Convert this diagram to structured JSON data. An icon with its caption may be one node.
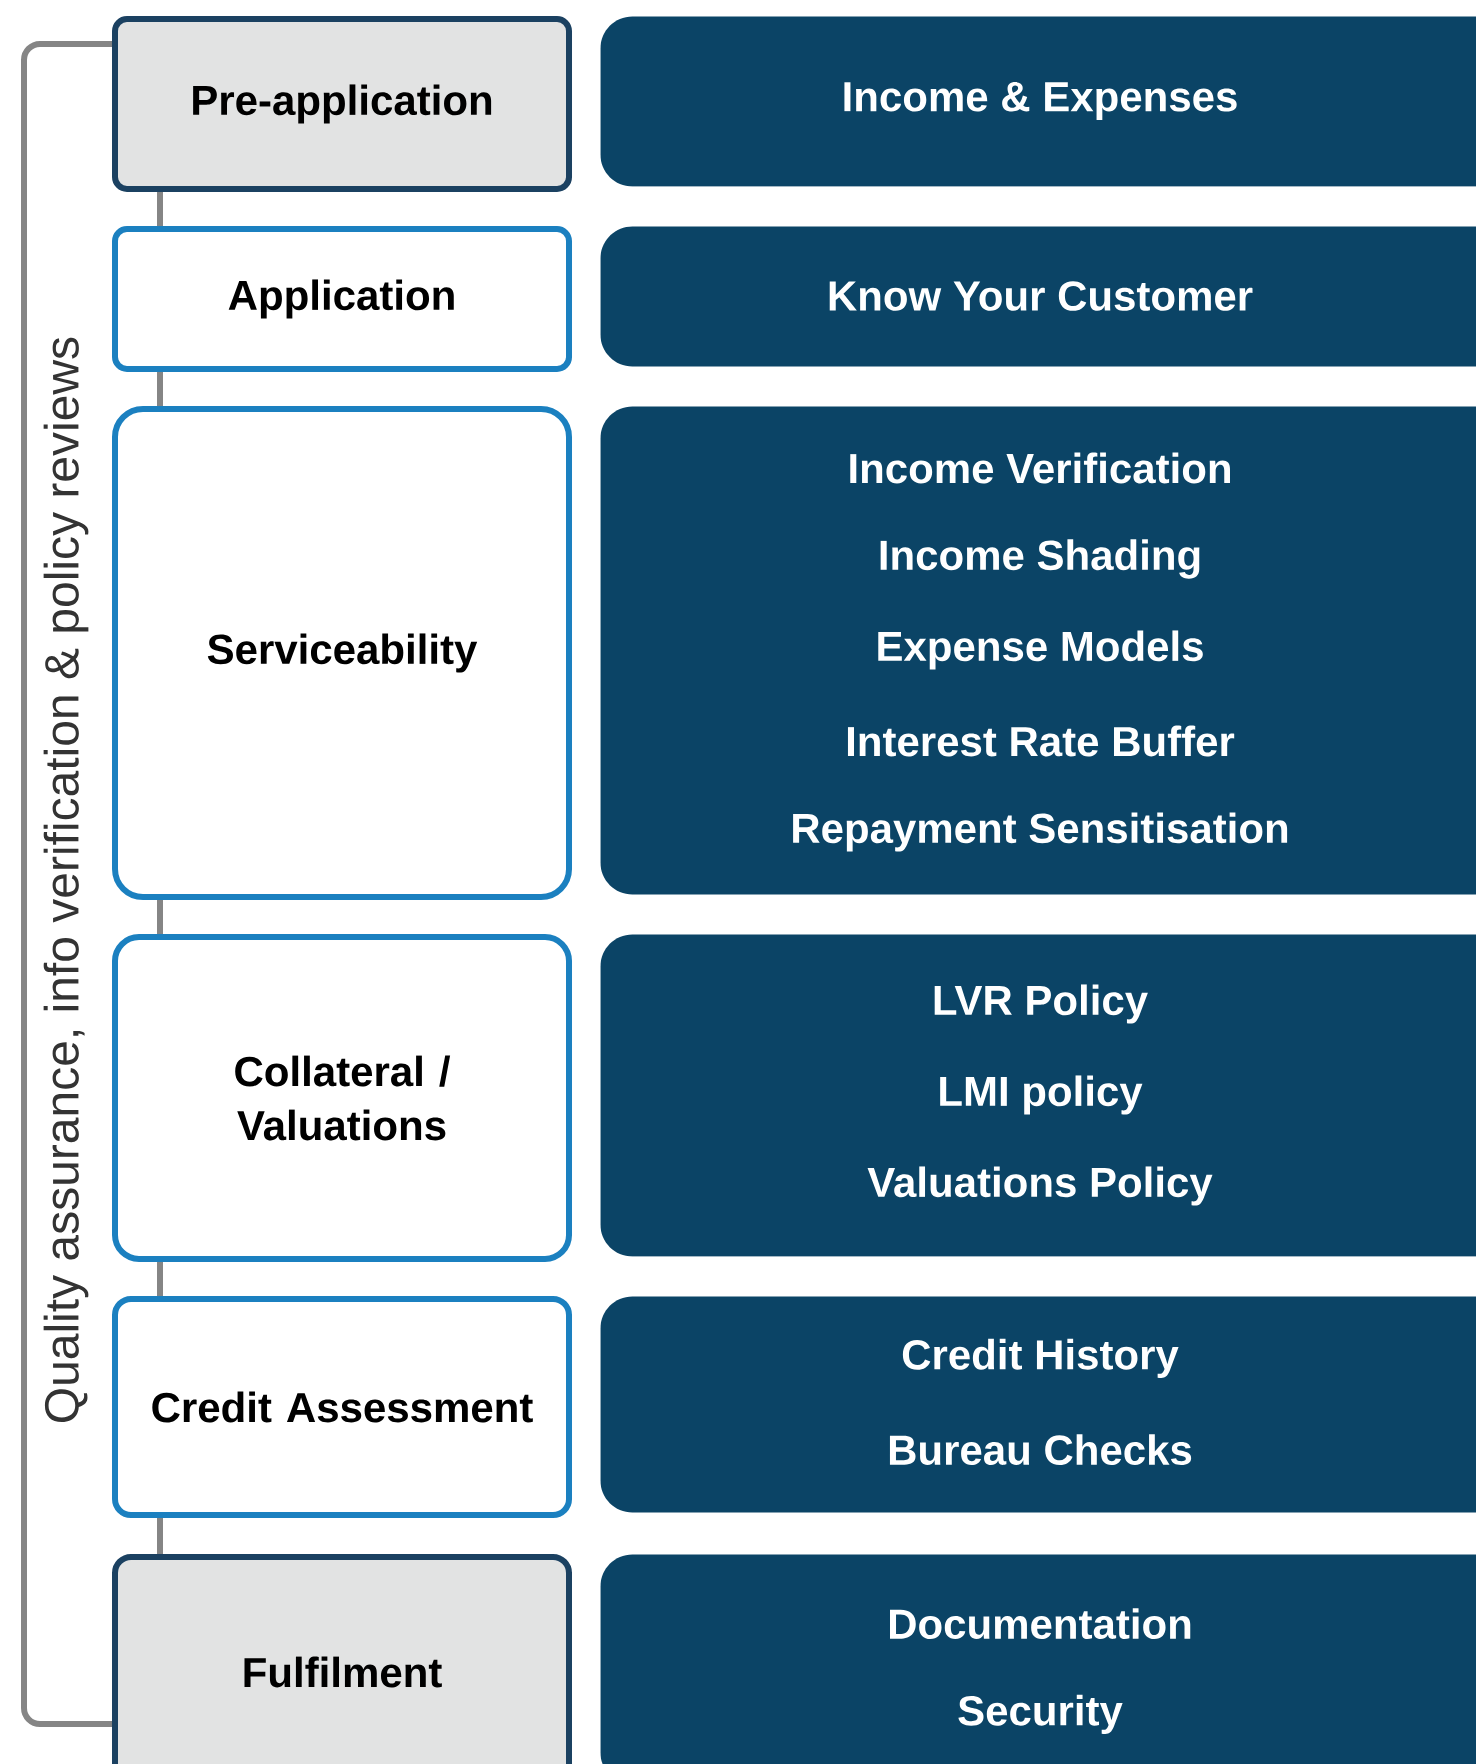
{
  "diagram": {
    "nodes": [
      {
        "text": [
          "Pre-application"
        ]
      },
      {
        "text": [
          "Income & Expenses"
        ]
      },
      {
        "text": [
          "Application"
        ]
      },
      {
        "text": [
          "Know Your Customer"
        ]
      },
      {
        "text": [
          "Serviceability"
        ]
      },
      {
        "text": [
          "Income Verification",
          "Income Shading",
          "Expense Models",
          "Interest Rate Buffer",
          "Repayment Sensitisation"
        ]
      },
      {
        "text": [
          "Collateral / Valuations"
        ]
      },
      {
        "text": [
          "LVR Policy",
          "LMI policy",
          "Valuations Policy"
        ]
      },
      {
        "text": [
          "Credit Assessment"
        ]
      },
      {
        "text": [
          "Credit History",
          "Bureau Checks"
        ]
      },
      {
        "text": [
          "Fulfilment"
        ]
      },
      {
        "text": [
          "Documentation",
          "Security"
        ]
      }
    ],
    "edges": [
      {
        "from": 0,
        "to": 2,
        "arrow": "none"
      },
      {
        "from": 2,
        "to": 4,
        "arrow": "none"
      },
      {
        "from": 4,
        "to": 6,
        "arrow": "none"
      },
      {
        "from": 6,
        "to": 8,
        "arrow": "none"
      },
      {
        "from": 8,
        "to": 10,
        "arrow": "none"
      }
    ],
    "labels": [
      "Quality assurance, info verification & policy reviews"
    ]
  }
}
